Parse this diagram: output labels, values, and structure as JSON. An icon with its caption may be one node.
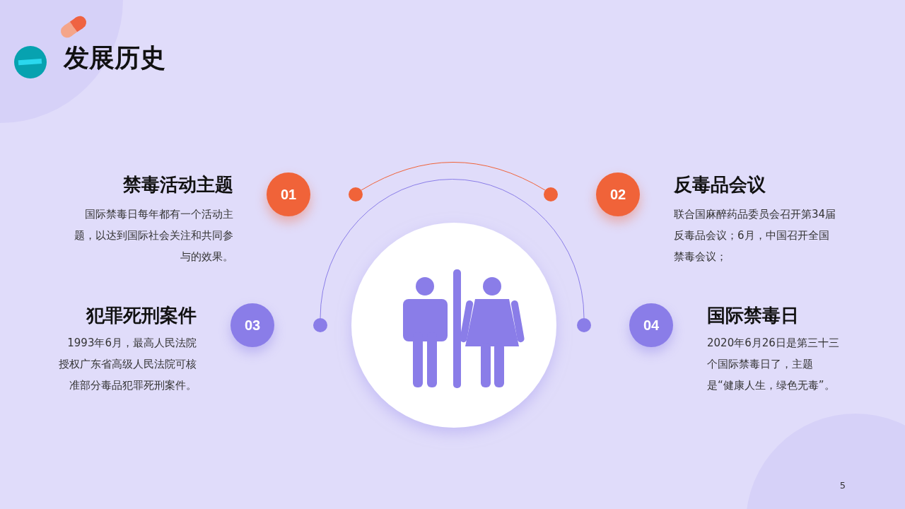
{
  "diagram": {
    "title": "发展历史",
    "nodes": [
      {
        "text": [
          "01"
        ],
        "beside": [
          "禁毒活动主题",
          "国际禁毒日每年都有一个活动主题，以达到国际社会关注和共同参与的效果。"
        ]
      },
      {
        "text": [
          "02"
        ],
        "beside": [
          "反毒品会议",
          "联合国麻醉药品委员会召开第34届反毒品会议；6月，中国召开全国禁毒会议；"
        ]
      },
      {
        "text": [
          "03"
        ],
        "beside": [
          "犯罪死刑案件",
          "1993年6月，最高人民法院授权广东省高级人民法院可核准部分毒品犯罪死刑案件。"
        ]
      },
      {
        "text": [
          "04"
        ],
        "beside": [
          "国际禁毒日",
          "2020年6月26日是第三十三个国际禁毒日了，主题是“健康人生，绿色无毒”。"
        ]
      },
      {
        "text": [],
        "shape": "circle"
      },
      {
        "text": [],
        "shape": "circle"
      },
      {
        "text": [],
        "shape": "circle"
      },
      {
        "text": [],
        "shape": "circle"
      }
    ],
    "edges": [
      {
        "from": 4,
        "to": 5,
        "arrow": "none",
        "color": "#f06339"
      },
      {
        "from": 6,
        "to": 7,
        "arrow": "none",
        "color": "#8a7de8"
      }
    ],
    "labels": [
      "5"
    ]
  }
}
